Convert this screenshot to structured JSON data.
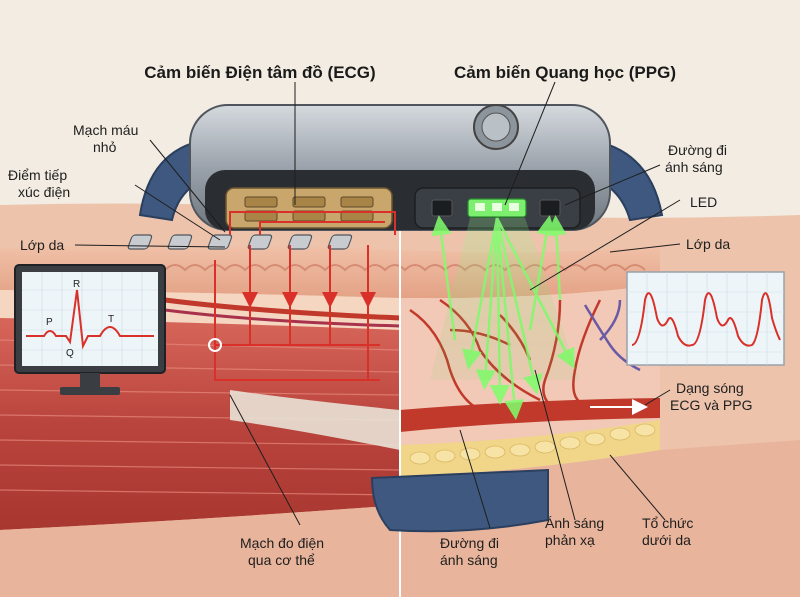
{
  "titles": {
    "ecg": "Cảm biến Điện tâm đồ (ECG)",
    "ppg": "Cảm biến Quang học (PPG)"
  },
  "labels": {
    "blood_vessel": [
      "Mạch máu",
      "nhỏ"
    ],
    "contact_point": [
      "Điểm tiếp",
      "xúc điện"
    ],
    "skin_left": "Lớp da",
    "light_path_top": [
      "Đường đi",
      "ánh sáng"
    ],
    "led": "LED",
    "skin_right": "Lớp da",
    "waveforms": [
      "Dạng sóng",
      "ECG và PPG"
    ],
    "circuit": [
      "Mạch đo điện",
      "qua cơ thể"
    ],
    "light_path_bottom": [
      "Đường đi",
      "ánh sáng"
    ],
    "reflected_light": [
      "Ánh sáng",
      "phản xạ"
    ],
    "subcutaneous": [
      "Tổ chức",
      "dưới da"
    ]
  },
  "ecg_waves": [
    "P",
    "R",
    "Q",
    "T"
  ],
  "colors": {
    "skin": "#e9a98f",
    "muscle": "#c9534a",
    "vessel": "#c0392b",
    "vein": "#6a5aa5",
    "led_light": "#3fd64a",
    "circuit": "#d9302a",
    "watch_case": "#9aa2ab",
    "strap": "#3e5880"
  }
}
